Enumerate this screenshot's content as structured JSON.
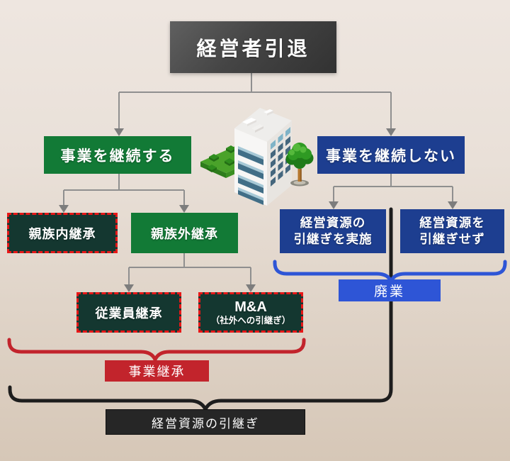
{
  "diagram_title": "経営者引退",
  "palette": {
    "background_top": "#eee6e0",
    "background_bottom": "#d6c7b7",
    "root_box_dark": "#3a3a3a",
    "green": "#127a36",
    "dark_green": "#143730",
    "dashed_border_red": "#e81717",
    "navy": "#1d3e90",
    "bright_blue": "#2e55d6",
    "red": "#c2242c",
    "black_label": "#262626",
    "connector_gray": "#8f8f8f"
  },
  "nodes": {
    "root": {
      "label": "経営者引退"
    },
    "continue_business": {
      "label": "事業を継続する"
    },
    "stop_business": {
      "label": "事業を継続しない"
    },
    "family_internal": {
      "label": "親族内継承"
    },
    "family_external": {
      "label": "親族外継承"
    },
    "employee_succession": {
      "label": "従業員継承"
    },
    "ma": {
      "label": "M&A",
      "sublabel": "（社外への引継ぎ）"
    },
    "transfer_resources": {
      "line1": "経営資源の",
      "line2": "引継ぎを実施"
    },
    "no_transfer_resources": {
      "line1": "経営資源を",
      "line2": "引継ぎせず"
    }
  },
  "braces": {
    "closure": {
      "label": "廃業"
    },
    "business_succession": {
      "label": "事業継承"
    },
    "resource_transfer": {
      "label": "経営資源の引継ぎ"
    }
  },
  "illustration": {
    "name": "office-building-with-tree"
  }
}
